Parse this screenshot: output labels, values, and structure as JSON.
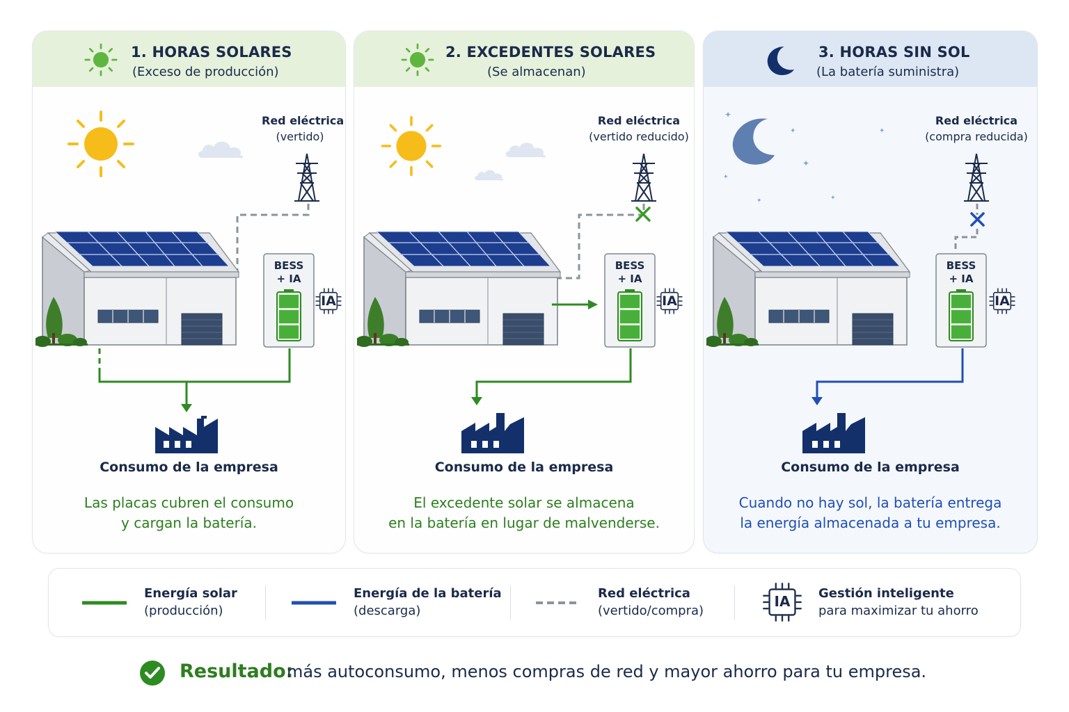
{
  "panels": [
    {
      "title": "1. HORAS SOLARES",
      "subtitle": "(Exceso de producción)",
      "grid_label": "Red eléctrica",
      "grid_sub": "(vertido)",
      "bess_label_1": "BESS",
      "bess_label_2": "+ IA",
      "ia": "IA",
      "consumo": "Consumo de la empresa",
      "desc_1": "Las placas cubren el consumo",
      "desc_2": "y cargan la batería."
    },
    {
      "title": "2. EXCEDENTES SOLARES",
      "subtitle": "(Se almacenan)",
      "grid_label": "Red eléctrica",
      "grid_sub": "(vertido reducido)",
      "bess_label_1": "BESS",
      "bess_label_2": "+ IA",
      "ia": "IA",
      "consumo": "Consumo de la empresa",
      "desc_1": "El excedente solar se almacena",
      "desc_2": "en la batería en lugar de malvenderse."
    },
    {
      "title": "3. HORAS SIN SOL",
      "subtitle": "(La batería suministra)",
      "grid_label": "Red eléctrica",
      "grid_sub": "(compra reducida)",
      "bess_label_1": "BESS",
      "bess_label_2": "+ IA",
      "ia": "IA",
      "consumo": "Consumo de la empresa",
      "desc_1": "Cuando no hay sol, la batería entrega",
      "desc_2": "la energía almacenada a tu empresa."
    }
  ],
  "legend": [
    {
      "title": "Energía solar",
      "sub": "(producción)",
      "icon": "solid-green-line"
    },
    {
      "title": "Energía de la batería",
      "sub": "(descarga)",
      "icon": "solid-blue-line"
    },
    {
      "title": "Red eléctrica",
      "sub": "(vertido/compra)",
      "icon": "dashed-gray-line"
    },
    {
      "title": "Gestión inteligente",
      "sub": "para maximizar tu ahorro",
      "icon": "ia-chip-icon",
      "ia": "IA"
    }
  ],
  "result": {
    "label": "Resultado:",
    "text": "más autoconsumo, menos compras de red y mayor ahorro para tu empresa."
  },
  "colors": {
    "solar_green": "#2e8b22",
    "battery_blue": "#1f4fb5",
    "grid_gray": "#8c939b",
    "navy": "#1b2a4a",
    "sun": "#f6bd1a",
    "day_header": "#e6f1dc",
    "night_header": "#dde7f4"
  }
}
